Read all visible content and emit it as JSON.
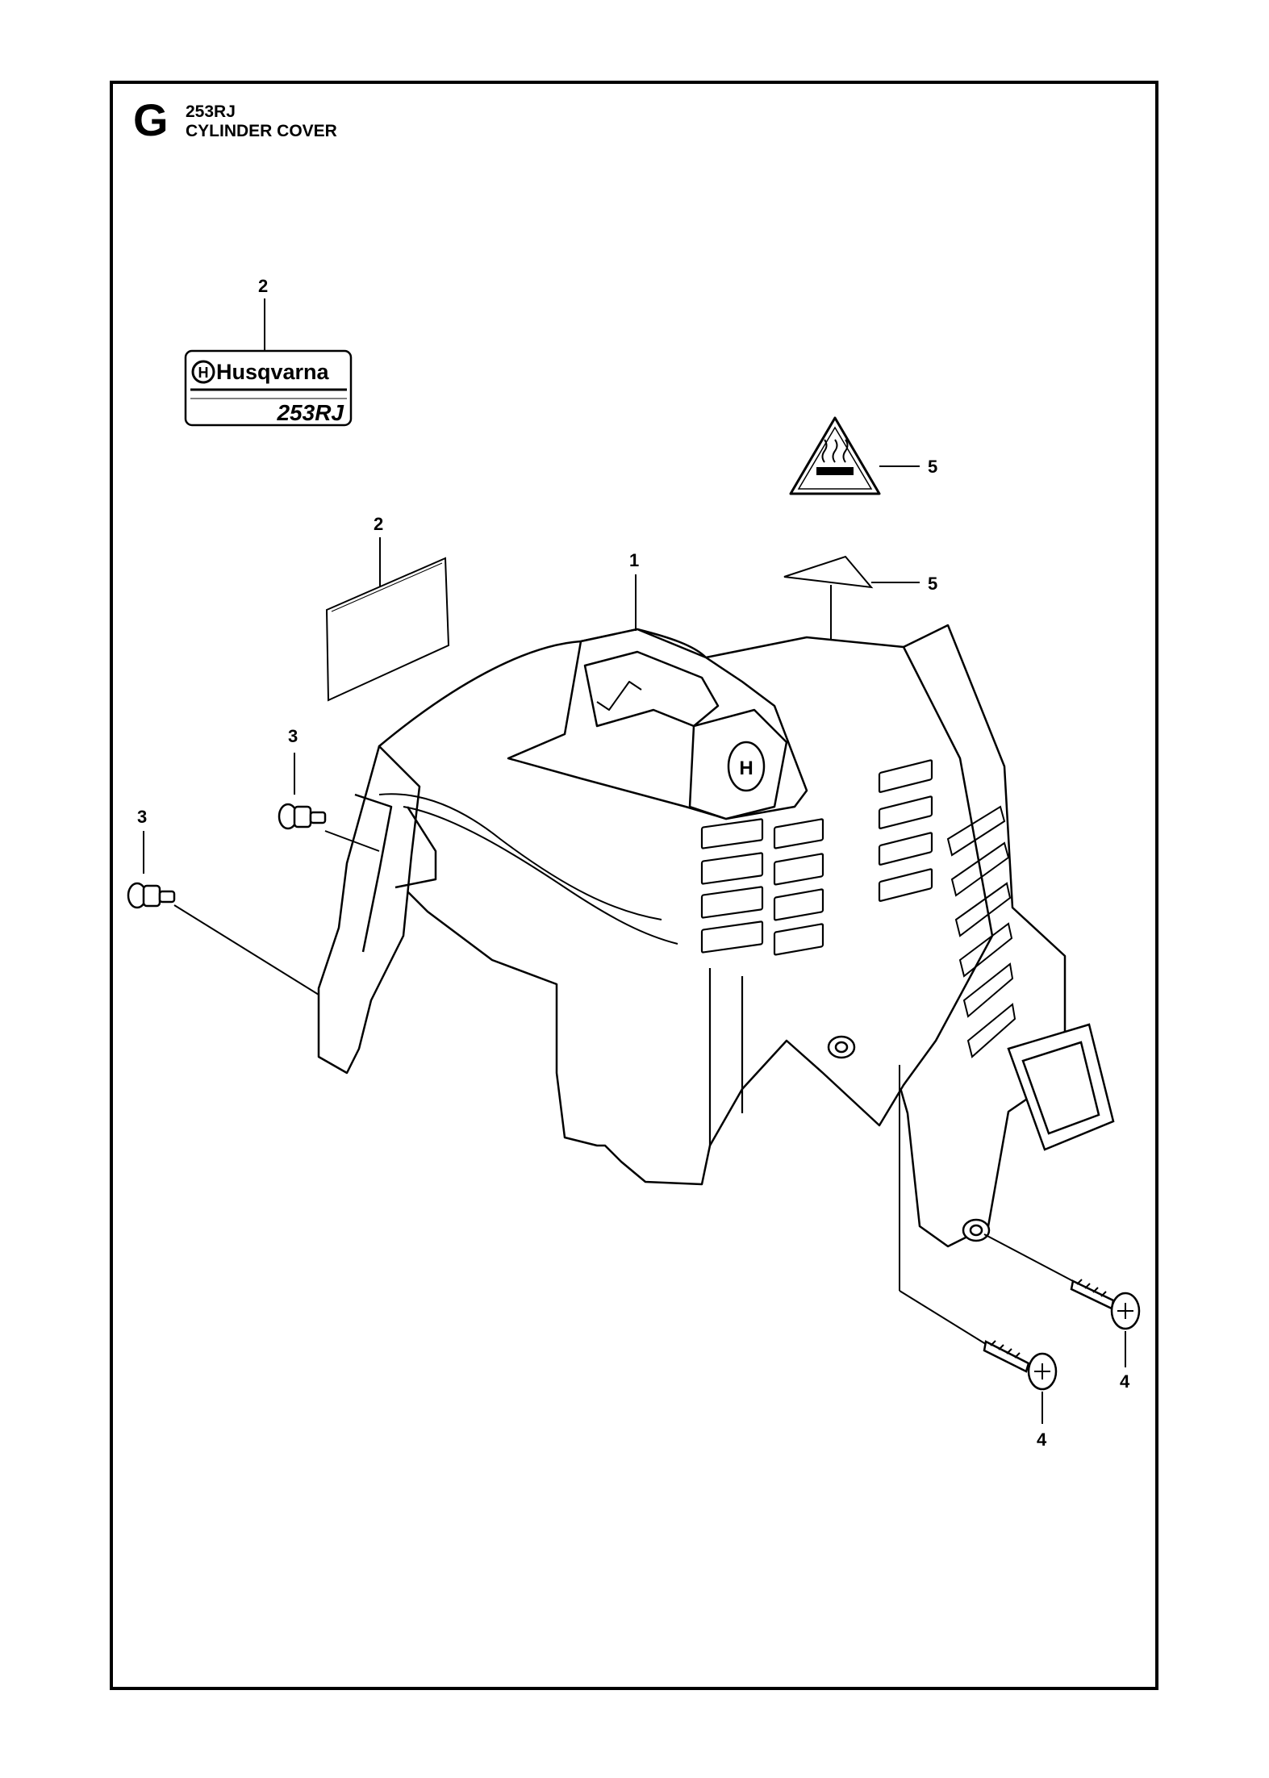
{
  "header": {
    "section_letter": "G",
    "model": "253RJ",
    "title": "CYLINDER COVER"
  },
  "decal": {
    "brand": "Husqvarna",
    "model_text": "253RJ"
  },
  "callouts": {
    "c1": "1",
    "c2_decal": "2",
    "c2_plate": "2",
    "c3_upper": "3",
    "c3_left": "3",
    "c4_right": "4",
    "c4_lower": "4",
    "c5_warning": "5",
    "c5_flat": "5"
  },
  "icons": [
    "husqvarna-logo-icon",
    "hot-surface-warning-icon",
    "screw-icon",
    "bolt-icon"
  ]
}
